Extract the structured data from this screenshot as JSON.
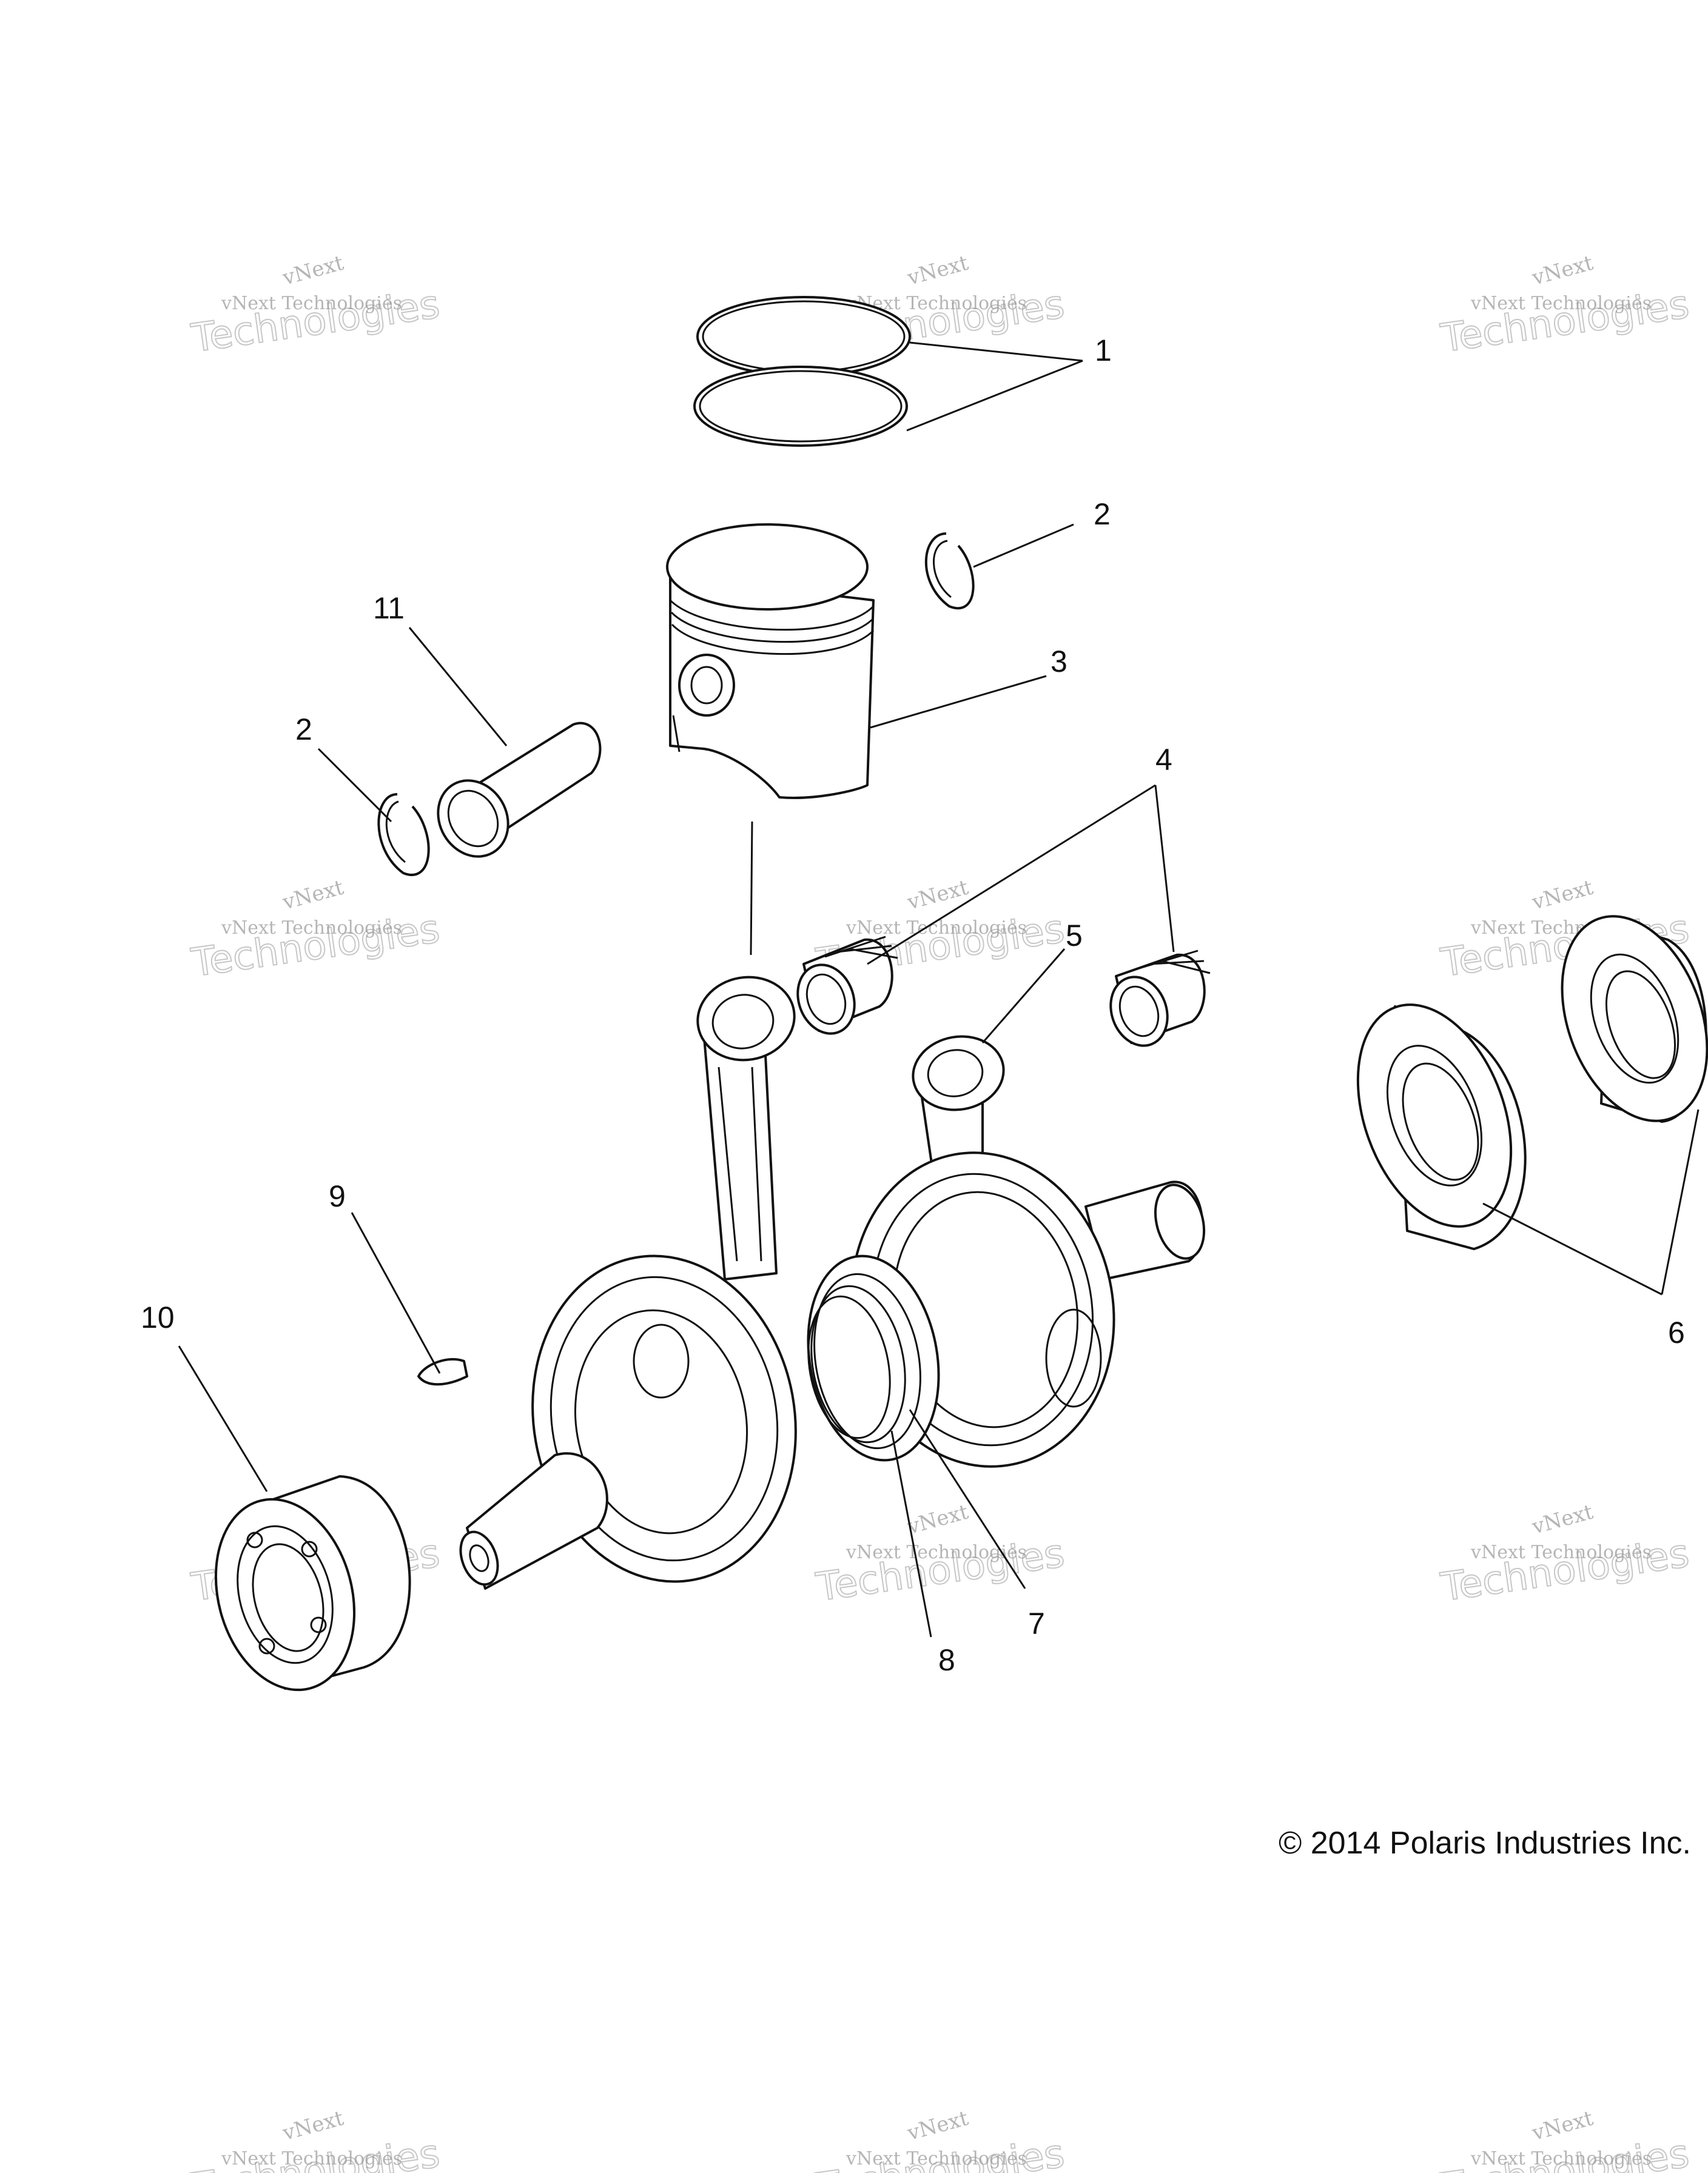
{
  "copyright": "© 2014 Polaris Industries Inc.",
  "watermark": {
    "small": "vNext Technologies",
    "top": "vNext",
    "big": "Technologies"
  },
  "callouts": [
    "1",
    "2",
    "2",
    "3",
    "4",
    "5",
    "6",
    "7",
    "8",
    "9",
    "10",
    "11"
  ]
}
